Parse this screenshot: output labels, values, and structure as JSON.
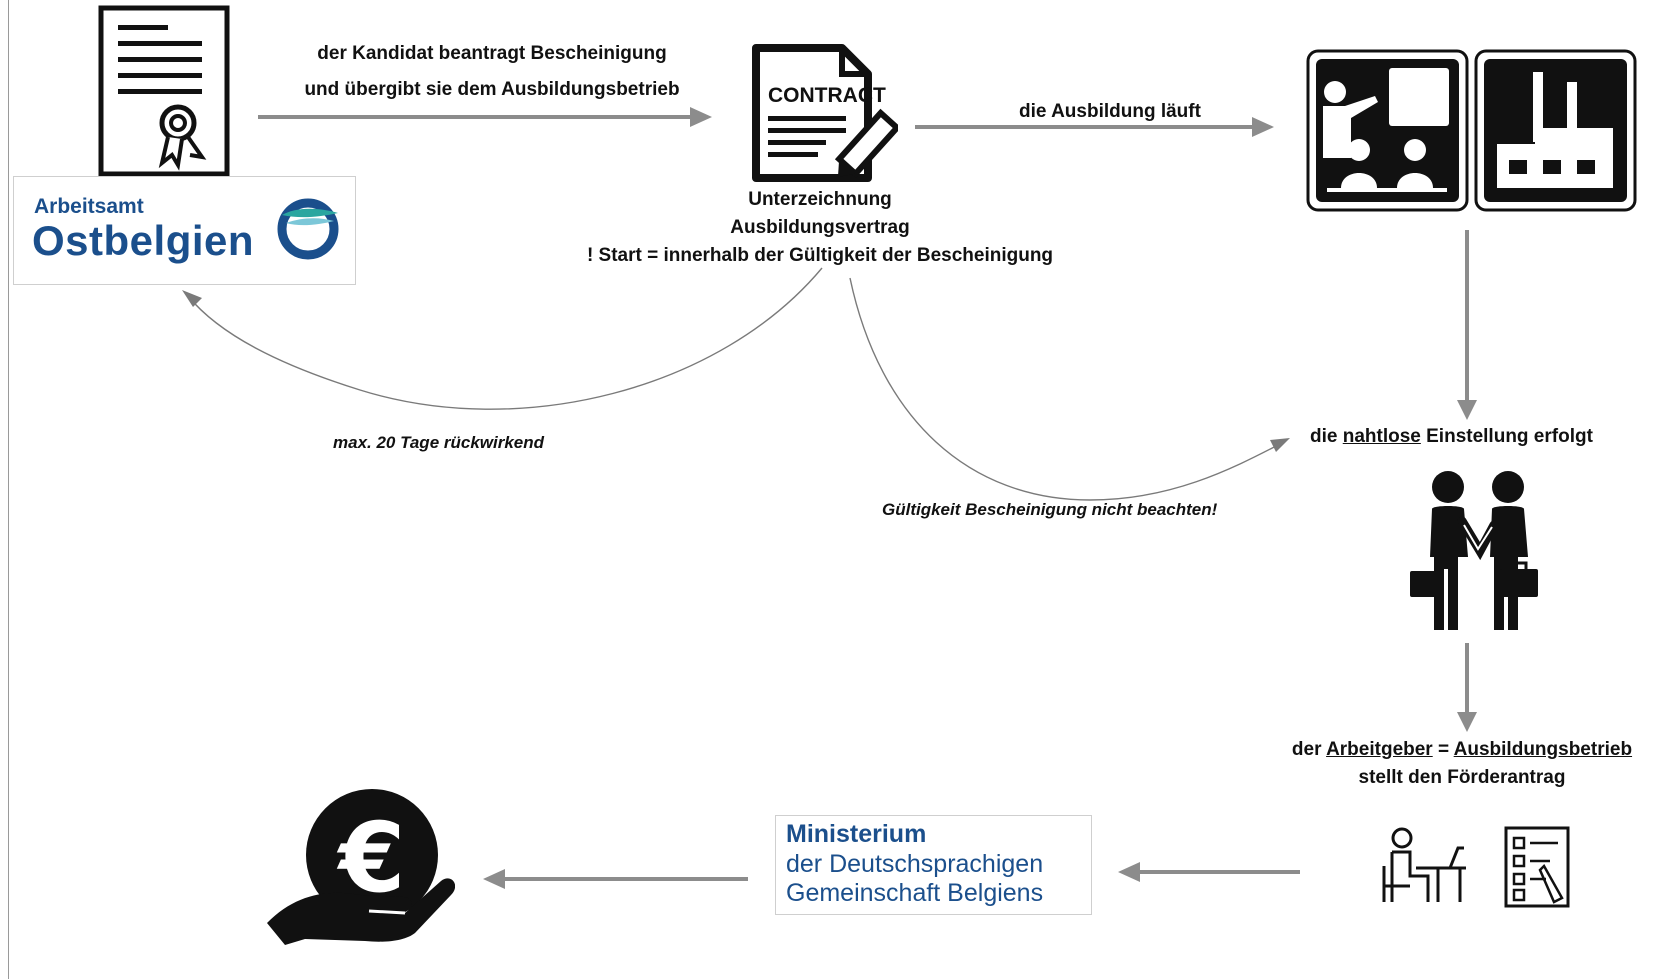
{
  "colors": {
    "arrow": "#8c8c8c",
    "curve": "#7a7a7a",
    "ink": "#111111",
    "brand_blue": "#1b4f8c",
    "brand_teal": "#2aa6a0"
  },
  "nodes": {
    "certificate": {
      "icon": "certificate-icon"
    },
    "arbeitsamt": {
      "line1": "Arbeitsamt",
      "line2": "Ostbelgien"
    },
    "contract": {
      "icon_text": "CONTRACT",
      "line1": "Unterzeichnung",
      "line2": "Ausbildungsvertrag",
      "line3": "! Start = innerhalb der Gültigkeit der Bescheinigung"
    },
    "training": {
      "icons": [
        "classroom-icon",
        "factory-icon"
      ]
    },
    "hiring": {
      "pre": "die ",
      "underlined": "nahtlose",
      "post": " Einstellung erfolgt",
      "icon": "handshake-icon"
    },
    "application": {
      "line1_pre": "der ",
      "line1_u1": "Arbeitgeber",
      "line1_mid": " = ",
      "line1_u2": "Ausbildungsbetrieb",
      "line2": "stellt den Förderantrag",
      "icons": [
        "desk-worker-icon",
        "checklist-icon"
      ]
    },
    "ministry": {
      "line1": "Ministerium",
      "line2": "der Deutschsprachigen",
      "line3": "Gemeinschaft Belgiens"
    },
    "payment": {
      "icon": "euro-hand-icon",
      "symbol": "€"
    }
  },
  "edges": {
    "cert_to_contract": {
      "line1": "der Kandidat beantragt Bescheinigung",
      "line2": "und übergibt sie dem Ausbildungsbetrieb"
    },
    "contract_to_training": {
      "label": "die Ausbildung läuft"
    },
    "contract_back_to_arbeitsamt": {
      "label": "max. 20 Tage rückwirkend"
    },
    "contract_to_hiring": {
      "label": "Gültigkeit Bescheinigung nicht beachten!"
    }
  }
}
